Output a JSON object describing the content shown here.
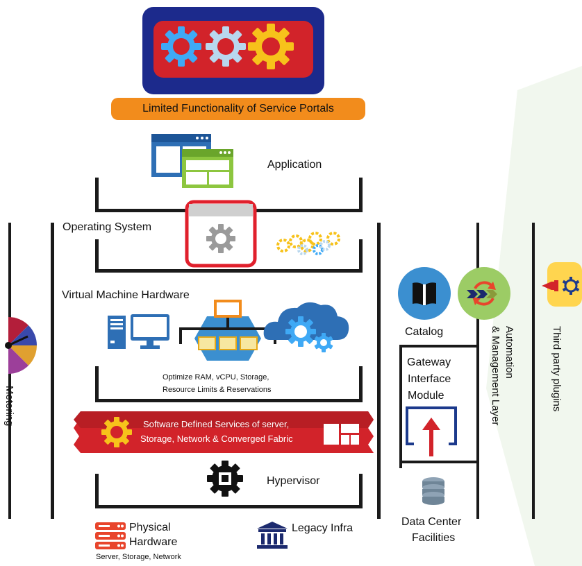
{
  "labels": {
    "portal_banner": "Limited Functionality of Service Portals",
    "application": "Application",
    "operating_system": "Operating System",
    "vm_hardware": "Virtual Machine Hardware",
    "optimize_line1": "Optimize RAM, vCPU, Storage,",
    "optimize_line2": "Resource Limits & Reservations",
    "sds_line1": "Software Defined Services of server,",
    "sds_line2": "Storage, Network & Converged Fabric",
    "hypervisor": "Hypervisor",
    "physical_line1": "Physical",
    "physical_line2": "Hardware",
    "physical_sub": "Server, Storage, Network",
    "legacy": "Legacy Infra",
    "metering": "Metering",
    "catalog": "Catalog",
    "gateway_line1": "Gateway",
    "gateway_line2": "Interface",
    "gateway_line3": "Module",
    "automation_line1": "Automation",
    "automation_line2": "& Management Layer",
    "third_party": "Third party plugins",
    "dc_line1": "Data Center",
    "dc_line2": "Facilities"
  },
  "colors": {
    "portal_frame": "#1c2a8c",
    "portal_inner": "#d2232a",
    "banner": "#f28c1c",
    "gear_blue": "#3fa9f5",
    "gear_light": "#b8d7ee",
    "gear_yellow": "#f7c21b",
    "red_band": "#d2232a",
    "catalog_circle": "#3b8fd0",
    "automation_circle": "#9ccc65",
    "plugin_box": "#ffd54f",
    "bg_accent": "#f2f8ef"
  },
  "icons": [
    "gear-icon",
    "window-icon",
    "server-icon",
    "monitor-icon",
    "cloud-gear-icon",
    "chip-gear-icon",
    "server-rack-icon",
    "bank-icon",
    "book-icon",
    "sync-icon",
    "plugin-icon",
    "database-icon",
    "upload-arrow-icon",
    "gauge-icon"
  ]
}
